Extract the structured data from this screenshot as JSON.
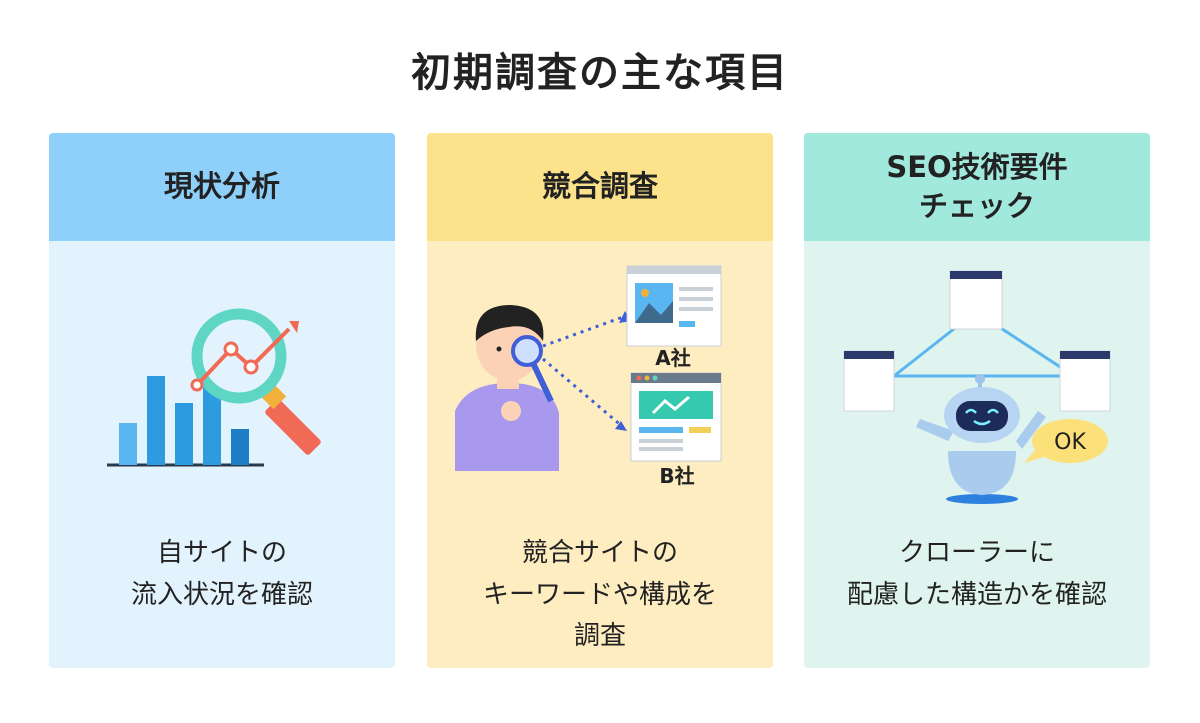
{
  "title": "初期調査の主な項目",
  "cards": [
    {
      "heading": [
        "現状分析"
      ],
      "description": [
        "自サイトの",
        "流入状況を確認"
      ]
    },
    {
      "heading": [
        "競合調査"
      ],
      "labels": {
        "site_a": "A社",
        "site_b": "B社"
      },
      "description": [
        "競合サイトの",
        "キーワードや構成を",
        "調査"
      ]
    },
    {
      "heading": [
        "SEO技術要件",
        "チェック"
      ],
      "labels": {
        "ok": "OK"
      },
      "description": [
        "クローラーに",
        "配慮した構造かを確認"
      ]
    }
  ],
  "colors": {
    "card1_header": "#8fd0fa",
    "card1_body": "#e3f3fd",
    "card2_header": "#fce28a",
    "card2_body": "#fdedc1",
    "card3_header": "#a2e9dd",
    "card3_body": "#dff4ee",
    "accent_teal": "#5fd6c4",
    "accent_blue": "#2d9be0",
    "accent_red": "#f06a55"
  },
  "icons": [
    "bar-chart-icon",
    "magnifier-icon",
    "person-icon",
    "webpage-icon",
    "robot-icon",
    "speech-bubble-icon"
  ]
}
